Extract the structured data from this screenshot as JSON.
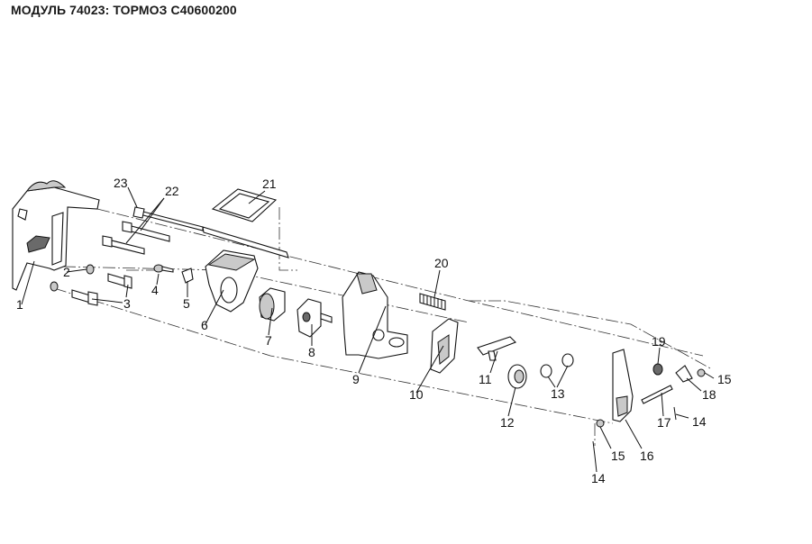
{
  "title": "МОДУЛЬ 74023: ТОРМОЗ C40600200",
  "callouts": [
    {
      "id": "p1",
      "text": "1"
    },
    {
      "id": "p2",
      "text": "2"
    },
    {
      "id": "p3",
      "text": "3"
    },
    {
      "id": "p4",
      "text": "4"
    },
    {
      "id": "p5",
      "text": "5"
    },
    {
      "id": "p6",
      "text": "6"
    },
    {
      "id": "p7",
      "text": "7"
    },
    {
      "id": "p8",
      "text": "8"
    },
    {
      "id": "p9",
      "text": "9"
    },
    {
      "id": "p10",
      "text": "10"
    },
    {
      "id": "p11",
      "text": "11"
    },
    {
      "id": "p12",
      "text": "12"
    },
    {
      "id": "p13",
      "text": "13"
    },
    {
      "id": "p14a",
      "text": "14"
    },
    {
      "id": "p14b",
      "text": "14"
    },
    {
      "id": "p15a",
      "text": "15"
    },
    {
      "id": "p15b",
      "text": "15"
    },
    {
      "id": "p16",
      "text": "16"
    },
    {
      "id": "p17",
      "text": "17"
    },
    {
      "id": "p18",
      "text": "18"
    },
    {
      "id": "p19",
      "text": "19"
    },
    {
      "id": "p20",
      "text": "20"
    },
    {
      "id": "p21",
      "text": "21"
    },
    {
      "id": "p22",
      "text": "22"
    },
    {
      "id": "p23",
      "text": "23"
    }
  ]
}
